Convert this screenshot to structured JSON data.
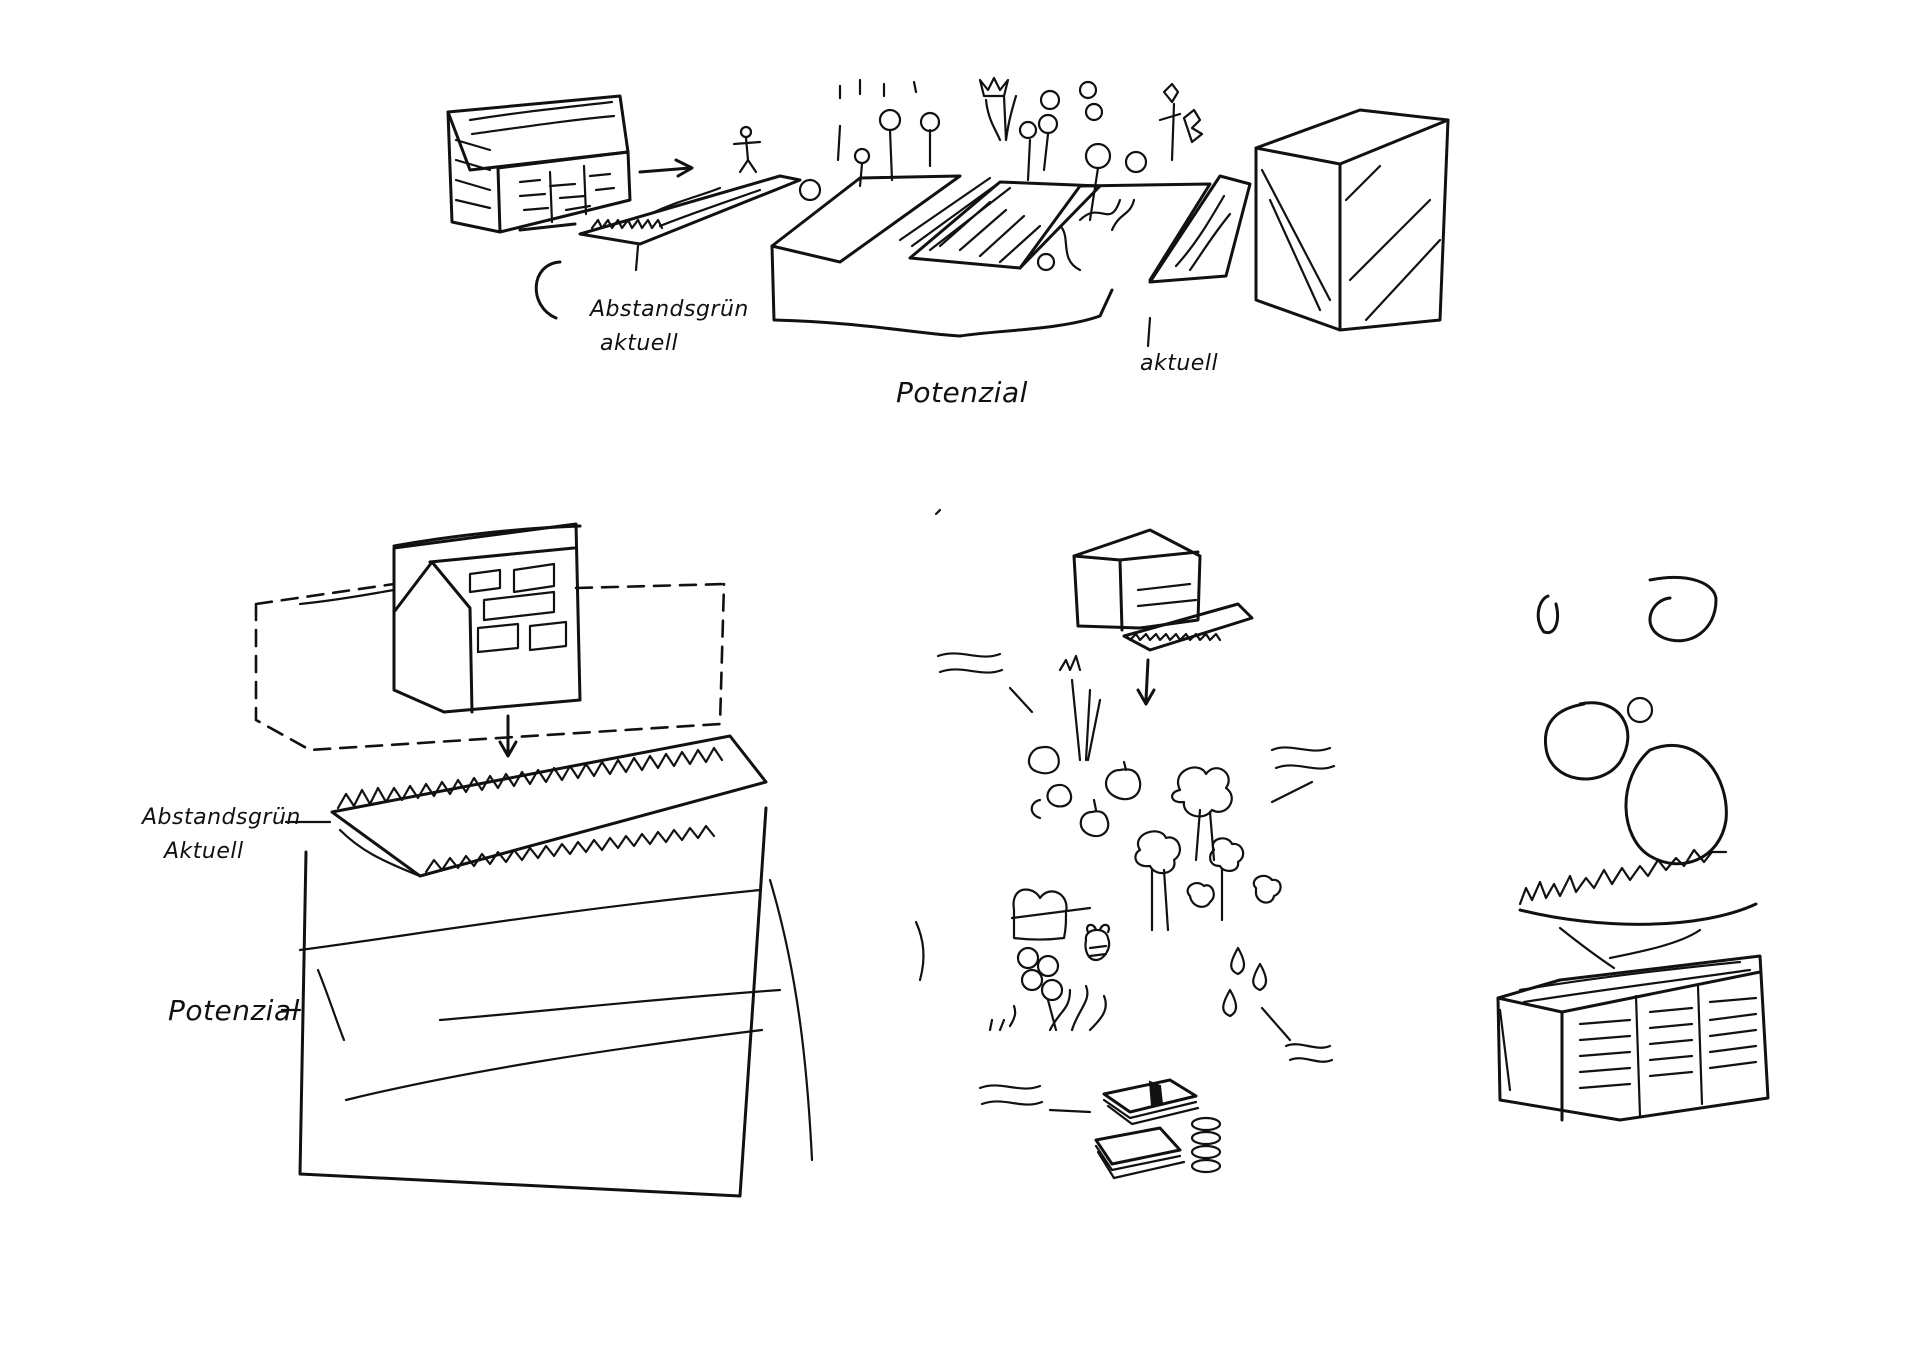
{
  "labels": {
    "top_abstandsgruen": "Abstandsgrün",
    "top_aktuell_left": "aktuell",
    "top_potenzial": "Potenzial",
    "top_aktuell_right": "aktuell",
    "left_abstandsgruen": "Abstandsgrün",
    "left_aktuell": "Aktuell",
    "left_potenzial": "Potenzial"
  },
  "colors": {
    "ink": "#111111",
    "paper": "#ffffff"
  }
}
